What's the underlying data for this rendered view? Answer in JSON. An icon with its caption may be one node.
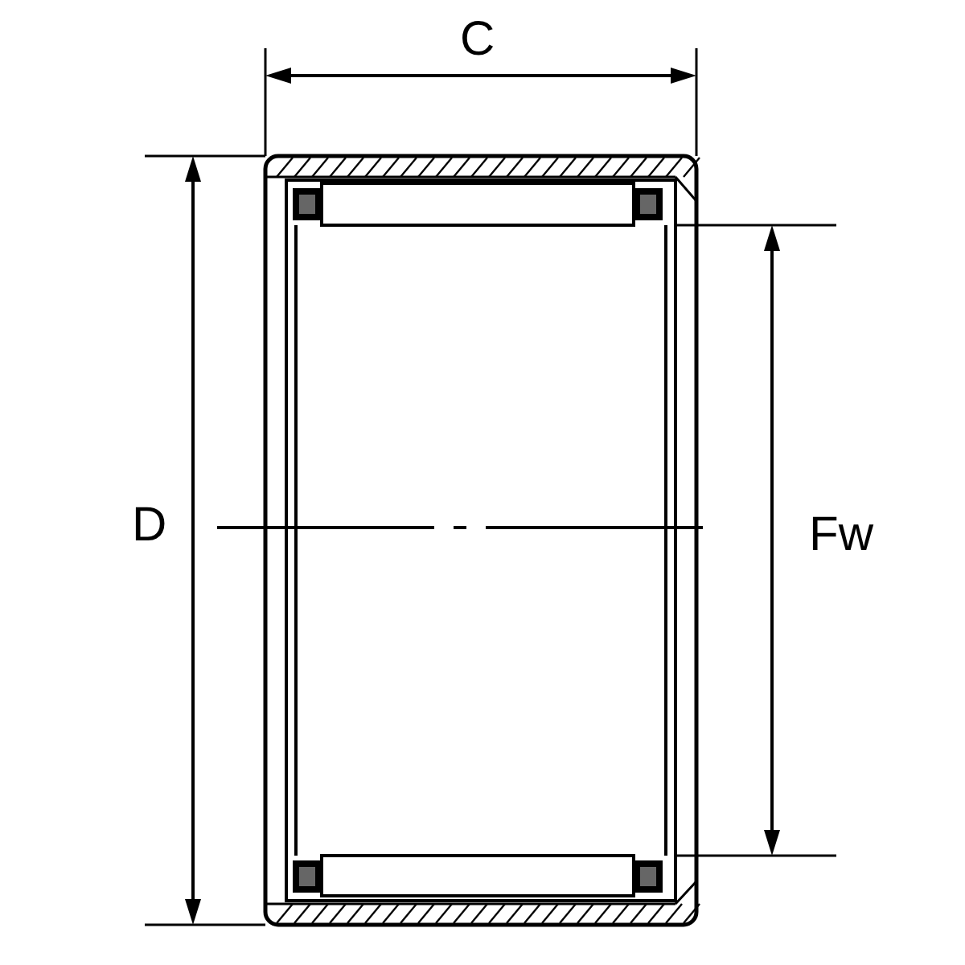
{
  "diagram": {
    "labels": [
      "C",
      "D",
      "Fw"
    ]
  }
}
